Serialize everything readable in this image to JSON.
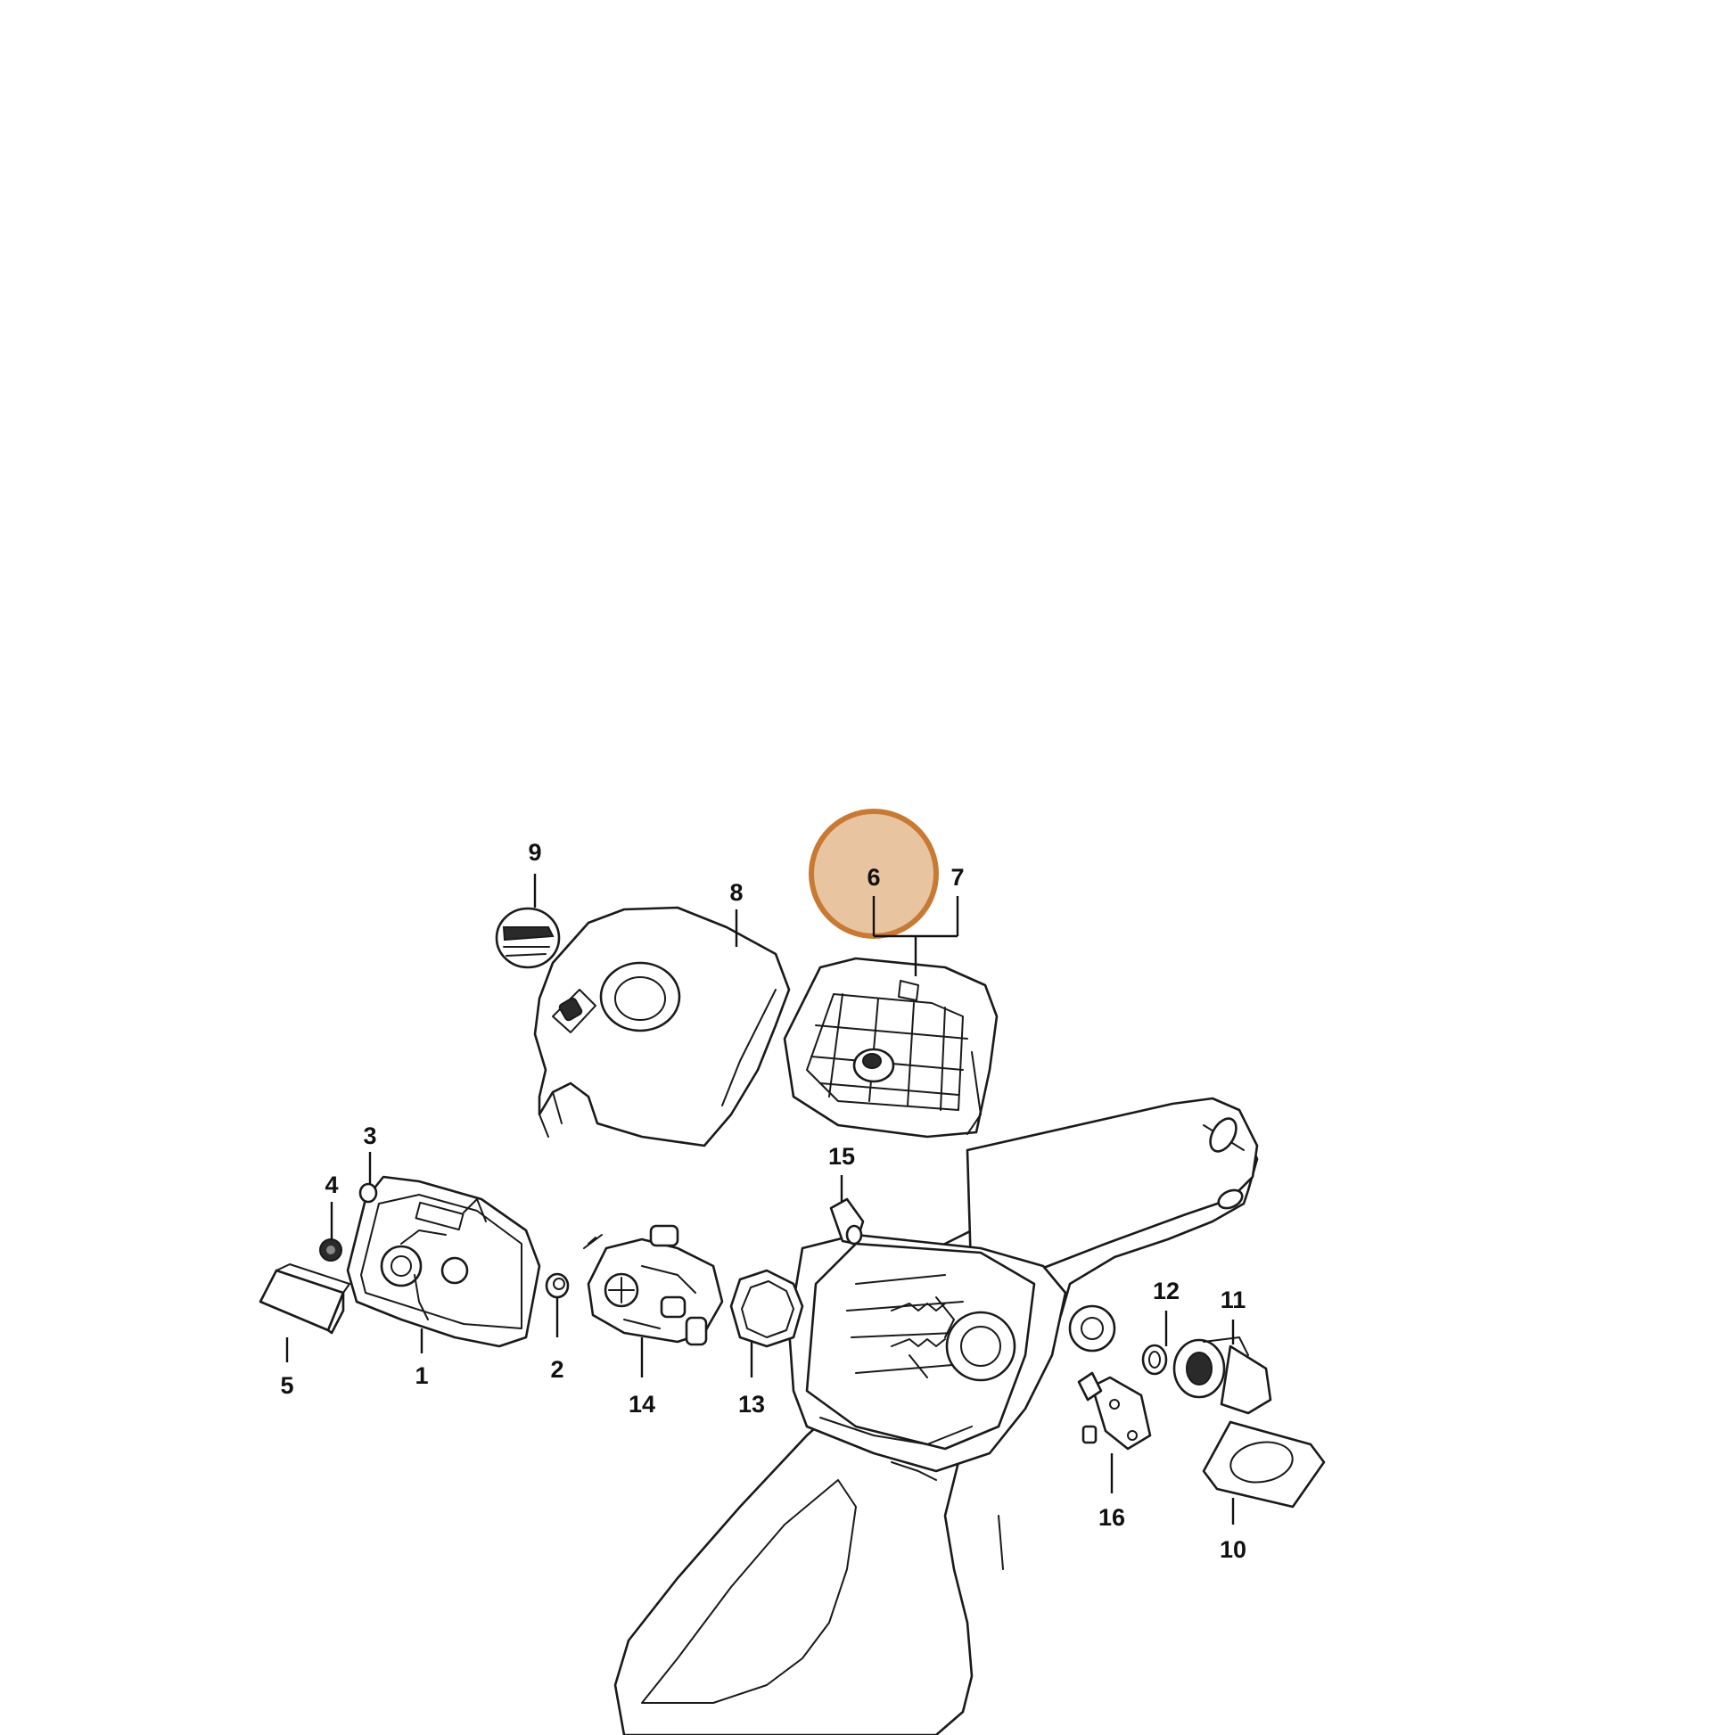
{
  "diagram": {
    "callouts": [
      {
        "id": "1",
        "label": "1"
      },
      {
        "id": "2",
        "label": "2"
      },
      {
        "id": "3",
        "label": "3"
      },
      {
        "id": "4",
        "label": "4"
      },
      {
        "id": "5",
        "label": "5"
      },
      {
        "id": "6",
        "label": "6"
      },
      {
        "id": "7",
        "label": "7"
      },
      {
        "id": "8",
        "label": "8"
      },
      {
        "id": "9",
        "label": "9"
      },
      {
        "id": "10",
        "label": "10"
      },
      {
        "id": "11",
        "label": "11"
      },
      {
        "id": "12",
        "label": "12"
      },
      {
        "id": "13",
        "label": "13"
      },
      {
        "id": "14",
        "label": "14"
      },
      {
        "id": "15",
        "label": "15"
      },
      {
        "id": "16",
        "label": "16"
      }
    ],
    "highlighted_callout": "6",
    "highlight_fill": "#e9c4a0",
    "highlight_stroke": "#c87a34"
  }
}
